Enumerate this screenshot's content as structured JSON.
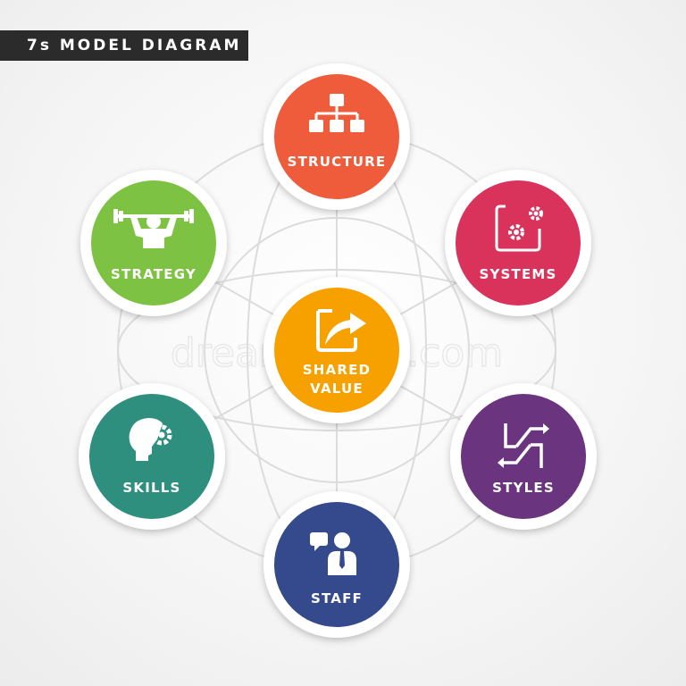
{
  "title": "7s MODEL DIAGRAM",
  "watermark": "dreamstime.com",
  "center": {
    "label_line1": "SHARED",
    "label_line2": "VALUE",
    "color": "#F6A100",
    "icon": "share-arrow-icon"
  },
  "nodes": [
    {
      "id": "structure",
      "label": "STRUCTURE",
      "color": "#EE5C3B",
      "icon": "org-chart-icon"
    },
    {
      "id": "systems",
      "label": "SYSTEMS",
      "color": "#D9335B",
      "icon": "gear-app-icon"
    },
    {
      "id": "styles",
      "label": "STYLES",
      "color": "#6A347F",
      "icon": "exchange-arrows-icon"
    },
    {
      "id": "staff",
      "label": "STAFF",
      "color": "#344A8C",
      "icon": "staff-person-icon"
    },
    {
      "id": "skills",
      "label": "SKILLS",
      "color": "#2E8F7F",
      "icon": "head-gear-icon"
    },
    {
      "id": "strategy",
      "label": "STRATEGY",
      "color": "#7DC242",
      "icon": "weightlifter-icon"
    }
  ]
}
